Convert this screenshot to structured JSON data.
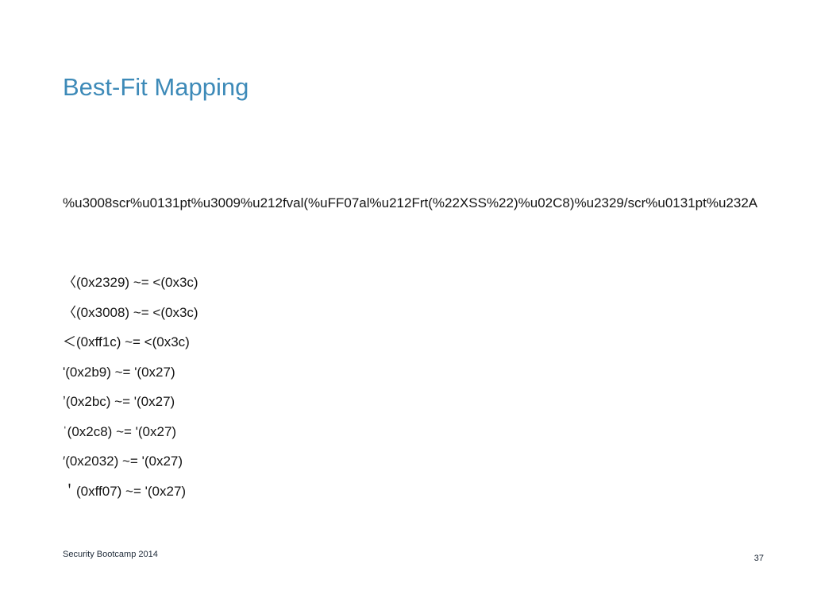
{
  "slide": {
    "title": "Best-Fit Mapping",
    "payload": "%u3008scr%u0131pt%u3009%u212fval(%uFF07al%u212Frt(%22XSS%22)%u02C8)%u2329/scr%u0131pt%u232A",
    "mappings": [
      "〈(0x2329) ~= <(0x3c)",
      "〈(0x3008) ~= <(0x3c)",
      "＜(0xff1c) ~= <(0x3c)",
      "ʹ(0x2b9) ~= '(0x27)",
      "ʼ(0x2bc) ~= '(0x27)",
      "ˈ(0x2c8) ~= '(0x27)",
      "′(0x2032) ~= '(0x27)",
      "＇(0xff07) ~= '(0x27)"
    ]
  },
  "footer": {
    "left_text": "Security Bootcamp 2014",
    "page_number": "37"
  }
}
